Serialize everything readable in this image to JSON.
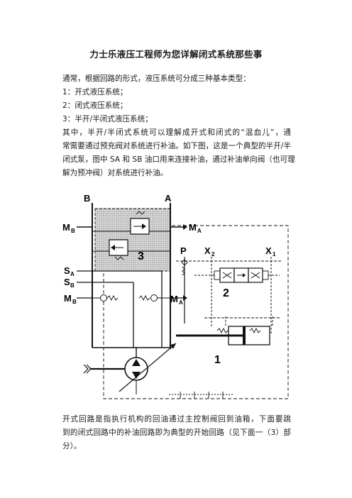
{
  "title": "力士乐液压工程师为您详解闭式系统那些事",
  "intro": {
    "line1": "通常，根据回路的形式，液压系统可分成三种基本类型：",
    "item1": "1：开式液压系统；",
    "item2": "2：闭式液压系统；",
    "item3": "3：半开/半闭式液压系统；",
    "para": [
      "其中，半开/半闭式系统可以理解成开式和闭式的“混血儿”，通",
      "常需要通过预充阀对系统进行补油。如下图，这是一个典型的半开/半",
      "闭式泵，图中 SA 和 SB 油口用来连接补油，通过补油单向阀（也可理",
      "解为预冲阀）对系统进行补油。"
    ]
  },
  "diagram": {
    "label_B": "B",
    "label_A": "A",
    "label_MB": "M",
    "label_MB_sub": "B",
    "label_MA": "M",
    "label_MA_sub": "A",
    "label_3": "3",
    "label_P": "P",
    "label_X2": "X",
    "label_X2_sub": "2",
    "label_X1": "X",
    "label_X1_sub": "1",
    "label_SA": "S",
    "label_SA_sub": "A",
    "label_SB": "S",
    "label_SB_sub": "B",
    "label_MB2": "M",
    "label_MB2_sub": "B",
    "label_MA2": "M",
    "label_MA2_sub": "A",
    "label_2": "2",
    "label_1": "1"
  },
  "closing": [
    "开式回路是指执行机构的回油通过主控制阀回到油箱，下面要跳",
    "到的闭式回路中的补油回路即为典型的开始回路（见下面一（3）部",
    "分）。"
  ]
}
